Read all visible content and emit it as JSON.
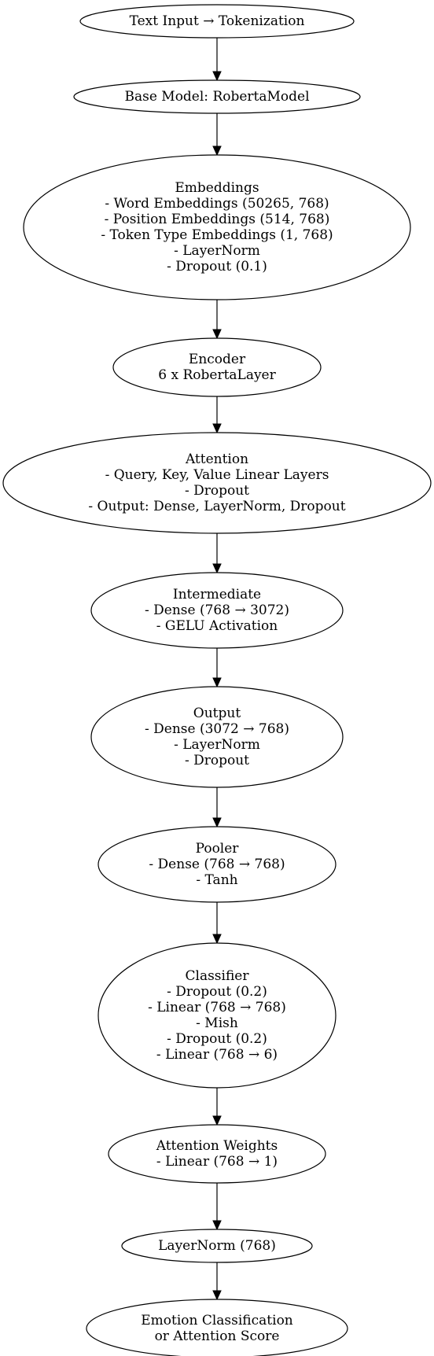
{
  "diagram": {
    "nodes": [
      {
        "id": "text-input",
        "lines": [
          "Text Input → Tokenization"
        ]
      },
      {
        "id": "base-model",
        "lines": [
          "Base Model: RobertaModel"
        ]
      },
      {
        "id": "embeddings",
        "lines": [
          "Embeddings",
          "- Word Embeddings (50265, 768)",
          "- Position Embeddings (514, 768)",
          "- Token Type Embeddings (1, 768)",
          "- LayerNorm",
          "- Dropout (0.1)"
        ]
      },
      {
        "id": "encoder",
        "lines": [
          "Encoder",
          "6 x RobertaLayer"
        ]
      },
      {
        "id": "attention",
        "lines": [
          "Attention",
          "- Query, Key, Value Linear Layers",
          "- Dropout",
          "- Output: Dense, LayerNorm, Dropout"
        ]
      },
      {
        "id": "intermediate",
        "lines": [
          "Intermediate",
          "- Dense (768 → 3072)",
          "- GELU Activation"
        ]
      },
      {
        "id": "output",
        "lines": [
          "Output",
          "- Dense (3072 → 768)",
          "- LayerNorm",
          "- Dropout"
        ]
      },
      {
        "id": "pooler",
        "lines": [
          "Pooler",
          "- Dense (768 → 768)",
          "- Tanh"
        ]
      },
      {
        "id": "classifier",
        "lines": [
          "Classifier",
          "- Dropout (0.2)",
          "- Linear (768 → 768)",
          "- Mish",
          "- Dropout (0.2)",
          "- Linear (768 → 6)"
        ]
      },
      {
        "id": "attention-weights",
        "lines": [
          "Attention Weights",
          "- Linear (768 → 1)"
        ]
      },
      {
        "id": "layernorm",
        "lines": [
          "LayerNorm (768)"
        ]
      },
      {
        "id": "emotion-classification",
        "lines": [
          "Emotion Classification",
          "or Attention Score"
        ]
      }
    ],
    "edges": [
      {
        "from": "text-input",
        "to": "base-model"
      },
      {
        "from": "base-model",
        "to": "embeddings"
      },
      {
        "from": "embeddings",
        "to": "encoder"
      },
      {
        "from": "encoder",
        "to": "attention"
      },
      {
        "from": "attention",
        "to": "intermediate"
      },
      {
        "from": "intermediate",
        "to": "output"
      },
      {
        "from": "output",
        "to": "pooler"
      },
      {
        "from": "pooler",
        "to": "classifier"
      },
      {
        "from": "classifier",
        "to": "attention-weights"
      },
      {
        "from": "attention-weights",
        "to": "layernorm"
      },
      {
        "from": "layernorm",
        "to": "emotion-classification"
      }
    ]
  }
}
